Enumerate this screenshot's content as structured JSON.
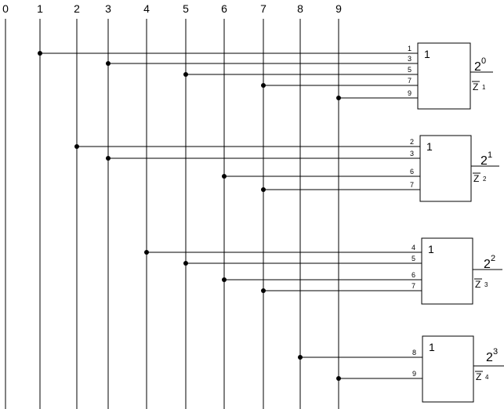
{
  "bus_labels": [
    "0",
    "1",
    "2",
    "3",
    "4",
    "5",
    "6",
    "7",
    "8",
    "9"
  ],
  "gates": [
    {
      "function_label": "1",
      "inputs": [
        "1",
        "3",
        "5",
        "7",
        "9"
      ],
      "output_base": "2",
      "output_exp": "0",
      "output_var": "Z",
      "output_index": "1"
    },
    {
      "function_label": "1",
      "inputs": [
        "2",
        "3",
        "6",
        "7"
      ],
      "output_base": "2",
      "output_exp": "1",
      "output_var": "Z",
      "output_index": "2"
    },
    {
      "function_label": "1",
      "inputs": [
        "4",
        "5",
        "6",
        "7"
      ],
      "output_base": "2",
      "output_exp": "2",
      "output_var": "Z",
      "output_index": "3"
    },
    {
      "function_label": "1",
      "inputs": [
        "8",
        "9"
      ],
      "output_base": "2",
      "output_exp": "3",
      "output_var": "Z",
      "output_index": "4"
    }
  ]
}
